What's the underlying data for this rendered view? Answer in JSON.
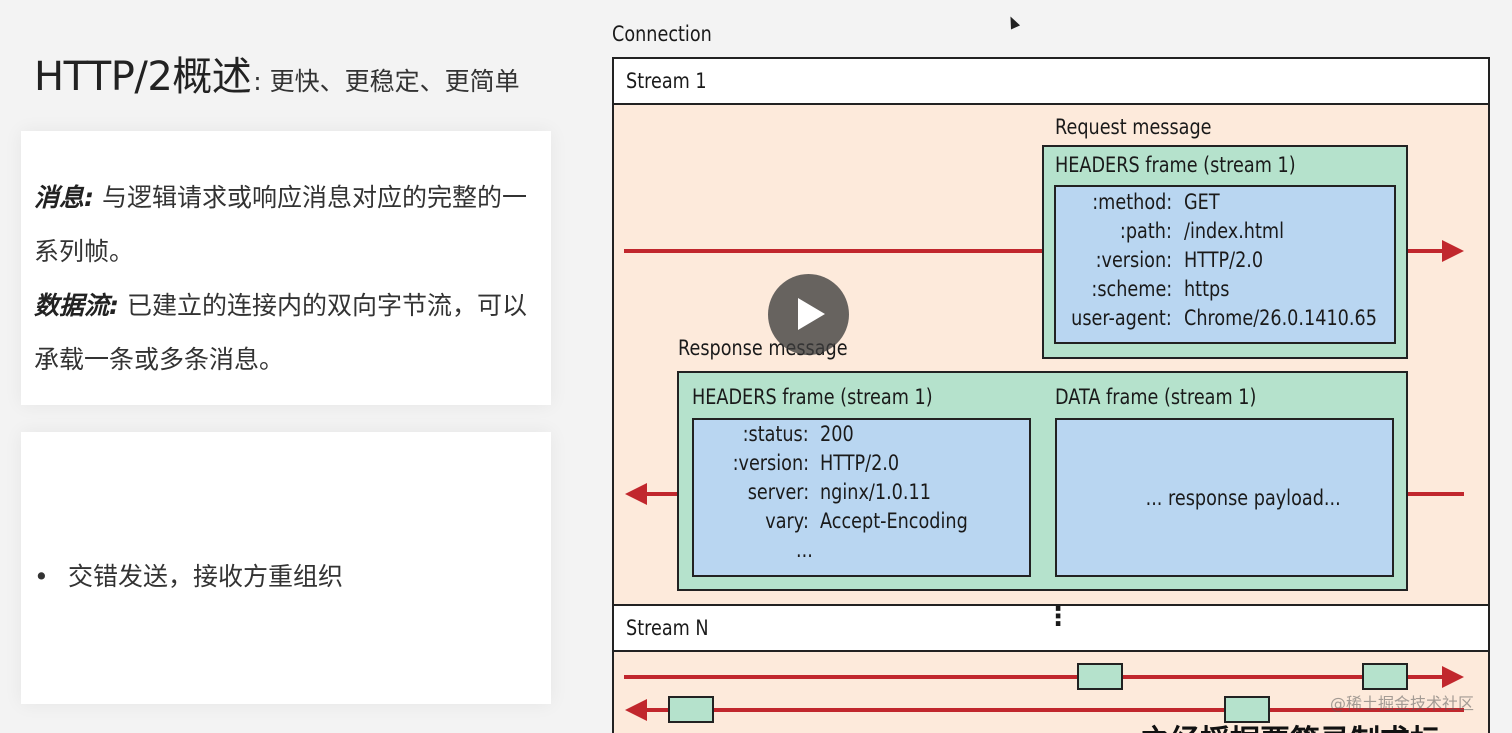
{
  "slide": {
    "title_main": "HTTP/2概述",
    "title_sub": ": 更快、更稳定、更简单",
    "card1": {
      "message_term": "消息:",
      "message_def": " 与逻辑请求或响应消息对应的完整的一系列帧。",
      "stream_term": "数据流:",
      "stream_def": " 已建立的连接内的双向字节流，可以承载一条或多条消息。"
    },
    "card2": {
      "bullet_symbol": "•",
      "bullet_text": "交错发送，接收方重组织"
    }
  },
  "diagram": {
    "connection_label": "Connection",
    "stream1_label": "Stream 1",
    "streamN_label": "Stream N",
    "vertical_ellipsis": "⋮",
    "request": {
      "label": "Request message",
      "headers_frame_label": "HEADERS frame (stream 1)",
      "rows": [
        {
          "key": ":method:",
          "value": "GET"
        },
        {
          "key": ":path:",
          "value": "/index.html"
        },
        {
          "key": ":version:",
          "value": "HTTP/2.0"
        },
        {
          "key": ":scheme:",
          "value": "https"
        },
        {
          "key": "user-agent:",
          "value": "Chrome/26.0.1410.65"
        }
      ]
    },
    "response": {
      "label": "Response message",
      "headers_frame_label": "HEADERS frame (stream 1)",
      "data_frame_label": "DATA frame (stream 1)",
      "payload": "... response payload...",
      "rows": [
        {
          "key": ":status:",
          "value": "200"
        },
        {
          "key": ":version:",
          "value": "HTTP/2.0"
        },
        {
          "key": "server:",
          "value": "nginx/1.0.11"
        },
        {
          "key": "vary:",
          "value": "Accept-Encoding"
        },
        {
          "key": "",
          "value": "..."
        }
      ]
    },
    "colors": {
      "peach": "#fdeadb",
      "green": "#b5e2cc",
      "blue": "#b9d6f1",
      "arrow_red": "#c1272d"
    }
  },
  "overlay": {
    "play_icon": "play-icon",
    "watermark": "@稀土掘金技术社区",
    "caption_partial": "之经摇据要籍录制求标"
  }
}
